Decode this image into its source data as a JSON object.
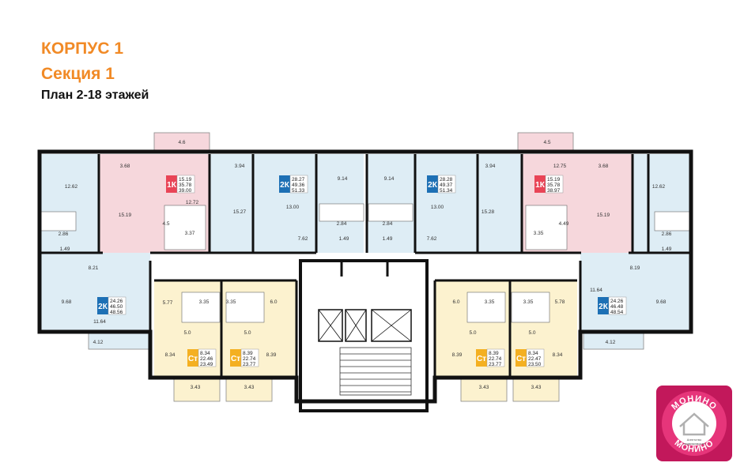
{
  "header": {
    "building": "КОРПУС 1",
    "section": "Секция 1",
    "plan": "План 2-18 этажей"
  },
  "colors": {
    "blue_unit": "#deedf5",
    "pink_unit": "#f6d7dc",
    "yellow_unit": "#fcf2cf",
    "wall": "#111111",
    "badge_1k": "#e94456",
    "badge_2k": "#1d70b5",
    "badge_st": "#f4b021",
    "title": "#f18a26",
    "logo": "#c2185b"
  },
  "apartments": [
    {
      "type": "1К",
      "areas": [
        "15.19",
        "35.78",
        "39.00"
      ]
    },
    {
      "type": "2К",
      "areas": [
        "28.27",
        "49.36",
        "51.33"
      ]
    },
    {
      "type": "2К",
      "areas": [
        "28.28",
        "49.37",
        "51.34"
      ]
    },
    {
      "type": "1К",
      "areas": [
        "15.19",
        "35.78",
        "38.97"
      ]
    },
    {
      "type": "2К",
      "areas": [
        "24.26",
        "46.50",
        "48.56"
      ]
    },
    {
      "type": "Ст",
      "areas": [
        "8.34",
        "22.46",
        "23.49"
      ]
    },
    {
      "type": "Ст",
      "areas": [
        "8.39",
        "22.74",
        "23.77"
      ]
    },
    {
      "type": "Ст",
      "areas": [
        "8.39",
        "22.74",
        "23.77"
      ]
    },
    {
      "type": "Ст",
      "areas": [
        "8.34",
        "22.47",
        "23.50"
      ]
    },
    {
      "type": "2К",
      "areas": [
        "24.26",
        "46.48",
        "48.54"
      ]
    }
  ],
  "room_labels": [
    "4.6",
    "3.68",
    "12.62",
    "12.72",
    "15.19",
    "3.94",
    "15.27",
    "9.14",
    "13.00",
    "2.84",
    "4.5",
    "3.37",
    "2.86",
    "1.49",
    "7.62",
    "1.49",
    "9.14",
    "13.00",
    "2.84",
    "3.94",
    "15.28",
    "4.5",
    "12.75",
    "3.68",
    "12.62",
    "15.19",
    "4.49",
    "3.35",
    "2.86",
    "1.49",
    "1.49",
    "7.62",
    "8.21",
    "8.19",
    "9.68",
    "11.64",
    "11.64",
    "9.68",
    "4.12",
    "4.12",
    "5.77",
    "3.35",
    "3.35",
    "6.0",
    "6.0",
    "3.35",
    "3.35",
    "5.78",
    "5.0",
    "5.0",
    "5.0",
    "5.0",
    "8.34",
    "8.39",
    "8.39",
    "8.34",
    "3.43",
    "3.43",
    "3.43",
    "3.43"
  ],
  "logo": {
    "top_text": "МОНИНО",
    "bottom_text": "МОНИНО",
    "caption_1": "Агентство",
    "caption_2": "недвижимости"
  }
}
